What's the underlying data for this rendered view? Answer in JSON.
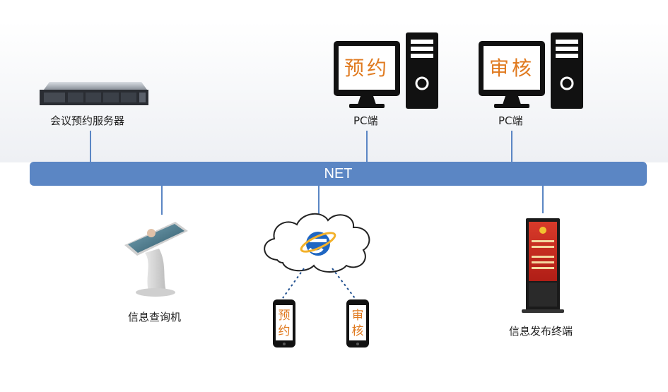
{
  "network": {
    "label": "NET"
  },
  "nodes": {
    "server": {
      "label": "会议预约服务器",
      "icon": "rack-server-icon"
    },
    "pc_booking": {
      "label": "PC端",
      "screen_text": "预约",
      "icon": "desktop-computer-icon"
    },
    "pc_review": {
      "label": "PC端",
      "screen_text": "审核",
      "icon": "desktop-computer-icon"
    },
    "kiosk": {
      "label": "信息查询机",
      "icon": "touch-kiosk-icon"
    },
    "internet": {
      "icon": "internet-explorer-cloud-icon"
    },
    "phone_booking": {
      "screen_text": "预约",
      "icon": "smartphone-icon"
    },
    "phone_review": {
      "screen_text": "审核",
      "icon": "smartphone-icon"
    },
    "signage": {
      "label": "信息发布终端",
      "icon": "digital-signage-icon"
    }
  },
  "colors": {
    "net_bar": "#5b86c4",
    "screen_text": "#e07a1f",
    "device_dark": "#111111"
  }
}
